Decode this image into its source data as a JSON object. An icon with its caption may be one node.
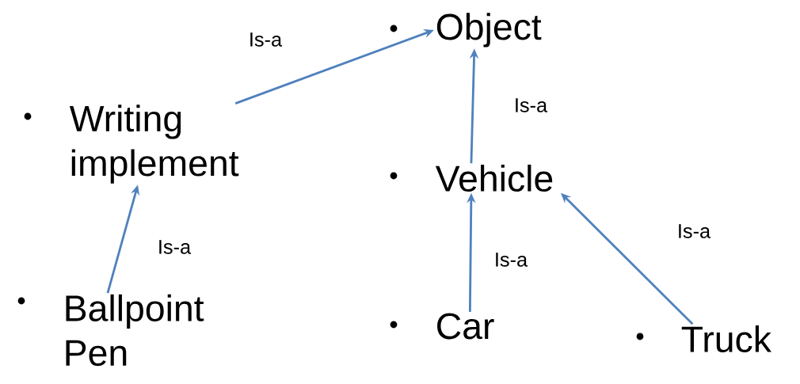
{
  "diagram": {
    "nodes": [
      {
        "text": [
          "Object"
        ]
      },
      {
        "text": [
          "Writing implement"
        ]
      },
      {
        "text": [
          "Vehicle"
        ]
      },
      {
        "text": [
          "Ballpoint Pen"
        ]
      },
      {
        "text": [
          "Car"
        ]
      },
      {
        "text": [
          "Truck"
        ]
      }
    ],
    "edges": [
      {
        "from": 1,
        "to": 0,
        "arrow": "to",
        "label": "Is-a"
      },
      {
        "from": 2,
        "to": 0,
        "arrow": "to",
        "label": "Is-a"
      },
      {
        "from": 3,
        "to": 1,
        "arrow": "to",
        "label": "Is-a"
      },
      {
        "from": 4,
        "to": 2,
        "arrow": "to",
        "label": "Is-a"
      },
      {
        "from": 5,
        "to": 2,
        "arrow": "to",
        "label": "Is-a"
      }
    ]
  }
}
